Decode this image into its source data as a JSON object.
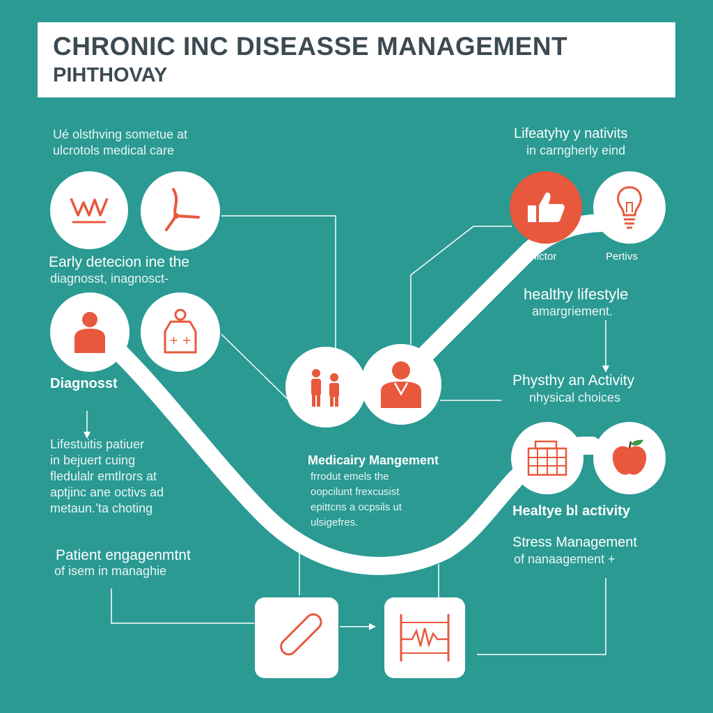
{
  "title": {
    "line1": "CHRONIC INC DISEASSE MANAGEMENT",
    "line2": "PIHTHOVAY"
  },
  "colors": {
    "background": "#2a9a93",
    "accent": "#e8583d",
    "title_text": "#3c4a52",
    "panel": "#ffffff"
  },
  "left": {
    "intro_line1": "Ué olsthving sometue at",
    "intro_line2": "ulcrotols medical care",
    "early_title": "Early detecion ine the",
    "early_sub": "diagnosst, inagnosct-",
    "diagnosis": "Diagnosst",
    "lifestyle_line1": "Lifestuitis patiuer",
    "lifestyle_line2": "in bejuert cuing",
    "lifestyle_line3": "fledulalr emtlrors at",
    "lifestyle_line4": "aptjinc ane octivs ad",
    "lifestyle_line5": "metaun.’ta choting",
    "engagement_title": "Patient engagenmtnt",
    "engagement_sub": "of isem in managhie"
  },
  "center": {
    "medicary_title": "Medicairy Mangement",
    "medicary_line1": "frrodut emels the",
    "medicary_line2": "oopcilunt frexcusist",
    "medicary_line3": "epittcns a ocpsils ut",
    "medicary_line4": "ulsigefres."
  },
  "right": {
    "top_title": "Lifeatyhy y nativits",
    "top_sub": "in carngherly eind",
    "label_relictor": "Reelictor",
    "label_pertivs": "Pertivs",
    "healthy_title": "healthy lifestyle",
    "healthy_sub": "amargriement.",
    "activity_title": "Physthy an Activity",
    "activity_sub": "nhysical choices",
    "healtye_title": "Healtye bl activity",
    "stress_title": "Stress Management",
    "stress_sub": "of nanaagement +"
  },
  "icons": {
    "c1": "heart-rate-waveform-icon",
    "c2": "stethoscope-icon",
    "c3": "person-icon",
    "c4": "medicine-bottle-icon",
    "c5": "family-icon",
    "c6": "doctor-icon",
    "c7": "thumbs-up-icon",
    "c8": "lightbulb-icon",
    "c9": "calendar-grid-icon",
    "c10": "apple-icon",
    "sq1": "bandage-icon",
    "sq2": "ecg-monitor-icon"
  }
}
